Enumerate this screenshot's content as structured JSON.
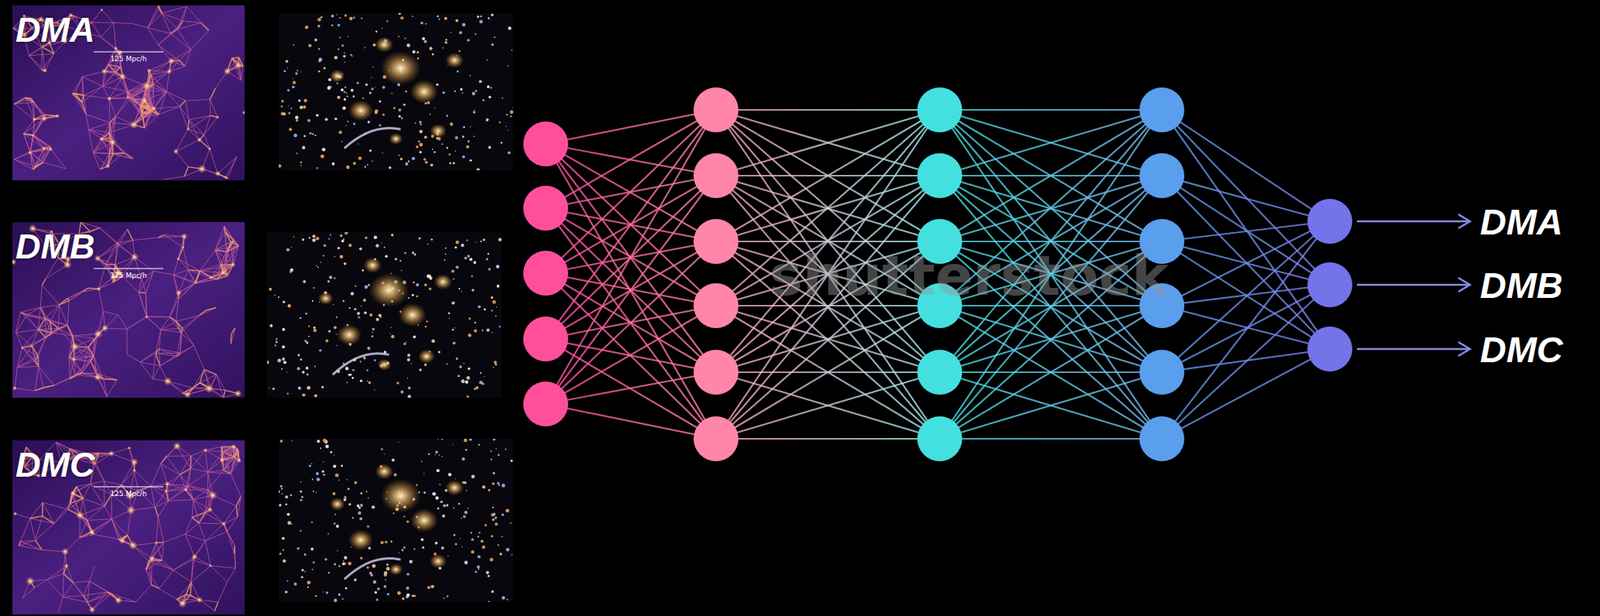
{
  "diagram": {
    "nodes": [
      {
        "text": [
          "DMA",
          "125 Mpc/h"
        ]
      },
      {
        "text": [
          "DMB",
          "125 Mpc/h"
        ]
      },
      {
        "text": [
          "DMC",
          "125 Mpc/h"
        ]
      }
    ],
    "labels": [
      "shutterstock",
      "DMA",
      "DMB",
      "DMC"
    ]
  }
}
